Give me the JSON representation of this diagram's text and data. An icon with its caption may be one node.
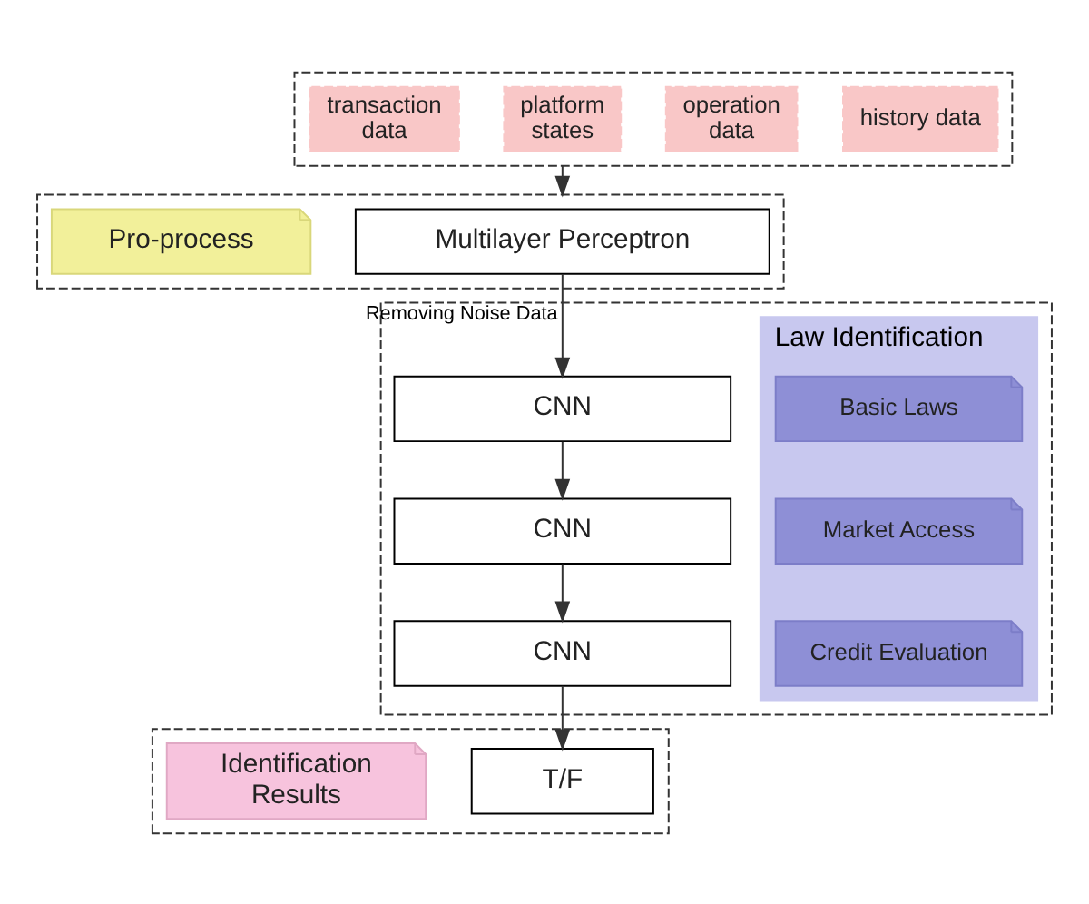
{
  "diagram": {
    "nodes": [
      {
        "text": [],
        "shape": "box"
      },
      {
        "text": [
          "transaction data"
        ],
        "in": 0
      },
      {
        "text": [
          "platform states"
        ],
        "in": 0
      },
      {
        "text": [
          "operation data"
        ],
        "in": 0
      },
      {
        "text": [
          "history data"
        ],
        "in": 0
      },
      {
        "text": [],
        "shape": "box"
      },
      {
        "text": [
          "Pro-process"
        ],
        "in": 5
      },
      {
        "text": [
          "Multilayer Perceptron"
        ],
        "in": 5
      },
      {
        "text": [],
        "shape": "box"
      },
      {
        "text": [
          "Law Identification"
        ],
        "in": 8
      },
      {
        "text": [
          "Basic Laws"
        ],
        "in": 9
      },
      {
        "text": [
          "Market Access"
        ],
        "in": 9
      },
      {
        "text": [
          "Credit Evaluation"
        ],
        "in": 9
      },
      {
        "text": [
          "CNN"
        ],
        "in": 8
      },
      {
        "text": [
          "CNN"
        ],
        "in": 8
      },
      {
        "text": [
          "CNN"
        ],
        "in": 8
      },
      {
        "text": [],
        "shape": "box"
      },
      {
        "text": [
          "Identification Results"
        ],
        "in": 16
      },
      {
        "text": [
          "T/F"
        ],
        "in": 16
      }
    ],
    "edges": [
      {
        "from": 0,
        "to": 5,
        "arrow": "to"
      },
      {
        "from": 7,
        "to": 13,
        "arrow": "to",
        "label": "Removing Noise Data"
      },
      {
        "from": 13,
        "to": 14,
        "arrow": "to"
      },
      {
        "from": 14,
        "to": 15,
        "arrow": "to"
      },
      {
        "from": 15,
        "to": 18,
        "arrow": "to"
      }
    ]
  }
}
